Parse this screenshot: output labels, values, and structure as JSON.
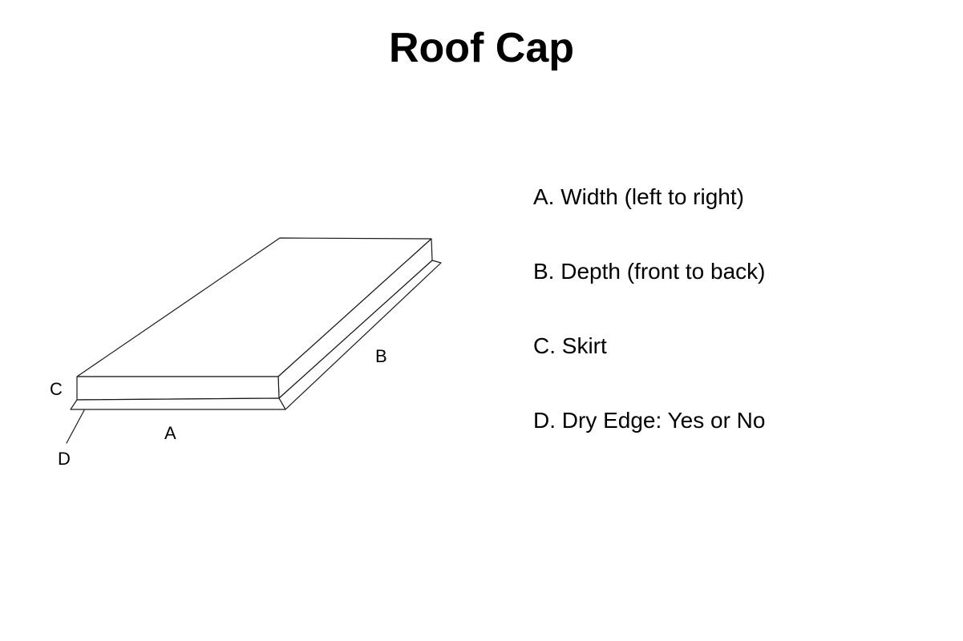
{
  "page": {
    "title": "Roof Cap",
    "background_color": "#ffffff",
    "text_color": "#000000"
  },
  "diagram": {
    "name": "roof-cap-isometric-drawing",
    "line_color": "#1a1a1a",
    "labels": {
      "a": "A",
      "b": "B",
      "c": "C",
      "d": "D"
    }
  },
  "legend": {
    "items": [
      {
        "key": "A",
        "label": "A. Width (left to right)"
      },
      {
        "key": "B",
        "label": "B. Depth (front to back)"
      },
      {
        "key": "C",
        "label": "C. Skirt"
      },
      {
        "key": "D",
        "label": "D. Dry Edge: Yes or No"
      }
    ]
  }
}
